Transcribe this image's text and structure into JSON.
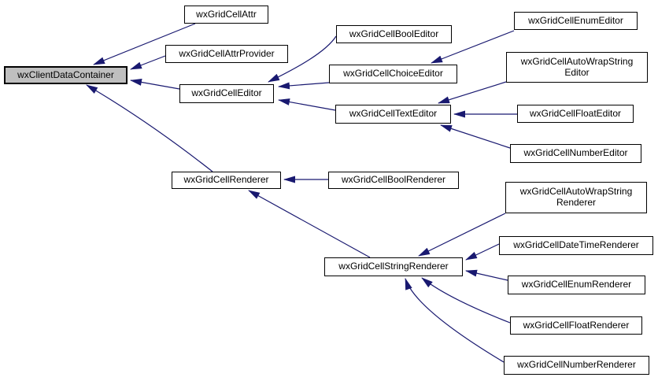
{
  "diagram": {
    "kind": "class-inheritance-graph",
    "highlighted_class": "wxClientDataContainer",
    "colors": {
      "background": "#ffffff",
      "edge": "#191970",
      "node_fill": "#ffffff",
      "node_border": "#000000",
      "highlight_fill": "#bfbfbf",
      "text": "#000000"
    },
    "nodes": [
      {
        "id": "wxClientDataContainer",
        "label": "wxClientDataContainer"
      },
      {
        "id": "wxGridCellAttr",
        "label": "wxGridCellAttr"
      },
      {
        "id": "wxGridCellAttrProvider",
        "label": "wxGridCellAttrProvider"
      },
      {
        "id": "wxGridCellEditor",
        "label": "wxGridCellEditor"
      },
      {
        "id": "wxGridCellBoolEditor",
        "label": "wxGridCellBoolEditor"
      },
      {
        "id": "wxGridCellChoiceEditor",
        "label": "wxGridCellChoiceEditor"
      },
      {
        "id": "wxGridCellEnumEditor",
        "label": "wxGridCellEnumEditor"
      },
      {
        "id": "wxGridCellAutoWrapStringEditor",
        "label": "wxGridCellAutoWrapString\nEditor"
      },
      {
        "id": "wxGridCellTextEditor",
        "label": "wxGridCellTextEditor"
      },
      {
        "id": "wxGridCellFloatEditor",
        "label": "wxGridCellFloatEditor"
      },
      {
        "id": "wxGridCellNumberEditor",
        "label": "wxGridCellNumberEditor"
      },
      {
        "id": "wxGridCellRenderer",
        "label": "wxGridCellRenderer"
      },
      {
        "id": "wxGridCellBoolRenderer",
        "label": "wxGridCellBoolRenderer"
      },
      {
        "id": "wxGridCellAutoWrapStringRenderer",
        "label": "wxGridCellAutoWrapString\nRenderer"
      },
      {
        "id": "wxGridCellDateTimeRenderer",
        "label": "wxGridCellDateTimeRenderer"
      },
      {
        "id": "wxGridCellEnumRenderer",
        "label": "wxGridCellEnumRenderer"
      },
      {
        "id": "wxGridCellStringRenderer",
        "label": "wxGridCellStringRenderer"
      },
      {
        "id": "wxGridCellFloatRenderer",
        "label": "wxGridCellFloatRenderer"
      },
      {
        "id": "wxGridCellNumberRenderer",
        "label": "wxGridCellNumberRenderer"
      }
    ],
    "edges": [
      {
        "from": "wxGridCellAttr",
        "to": "wxClientDataContainer"
      },
      {
        "from": "wxGridCellAttrProvider",
        "to": "wxClientDataContainer"
      },
      {
        "from": "wxGridCellEditor",
        "to": "wxClientDataContainer"
      },
      {
        "from": "wxGridCellRenderer",
        "to": "wxClientDataContainer"
      },
      {
        "from": "wxGridCellBoolEditor",
        "to": "wxGridCellEditor"
      },
      {
        "from": "wxGridCellChoiceEditor",
        "to": "wxGridCellEditor"
      },
      {
        "from": "wxGridCellTextEditor",
        "to": "wxGridCellEditor"
      },
      {
        "from": "wxGridCellEnumEditor",
        "to": "wxGridCellChoiceEditor"
      },
      {
        "from": "wxGridCellAutoWrapStringEditor",
        "to": "wxGridCellTextEditor"
      },
      {
        "from": "wxGridCellFloatEditor",
        "to": "wxGridCellTextEditor"
      },
      {
        "from": "wxGridCellNumberEditor",
        "to": "wxGridCellTextEditor"
      },
      {
        "from": "wxGridCellBoolRenderer",
        "to": "wxGridCellRenderer"
      },
      {
        "from": "wxGridCellStringRenderer",
        "to": "wxGridCellRenderer"
      },
      {
        "from": "wxGridCellAutoWrapStringRenderer",
        "to": "wxGridCellStringRenderer"
      },
      {
        "from": "wxGridCellDateTimeRenderer",
        "to": "wxGridCellStringRenderer"
      },
      {
        "from": "wxGridCellEnumRenderer",
        "to": "wxGridCellStringRenderer"
      },
      {
        "from": "wxGridCellFloatRenderer",
        "to": "wxGridCellStringRenderer"
      },
      {
        "from": "wxGridCellNumberRenderer",
        "to": "wxGridCellStringRenderer"
      }
    ]
  }
}
